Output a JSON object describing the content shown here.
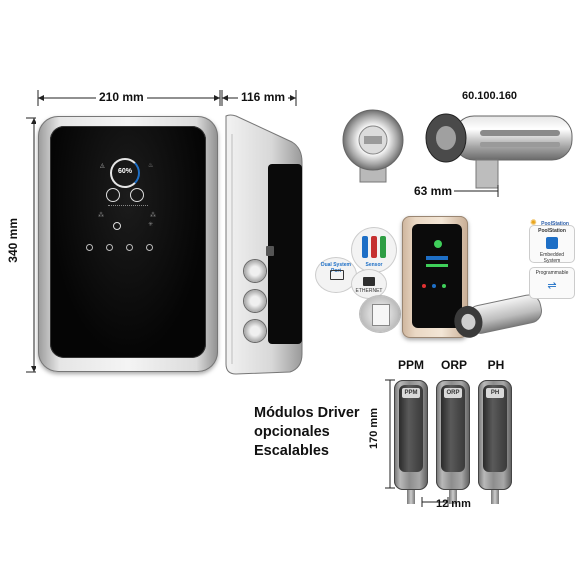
{
  "dimensions": {
    "front_width": "210 mm",
    "side_depth": "116 mm",
    "height": "340 mm",
    "cell_model": "60.100.160",
    "cell_length": "63 mm",
    "module_height": "170 mm",
    "module_width": "12 mm"
  },
  "display": {
    "percentage": "60%"
  },
  "modules": {
    "headers": [
      "PPM",
      "ORP",
      "PH"
    ],
    "tags": [
      "PPM",
      "ORP",
      "PH"
    ]
  },
  "caption": {
    "line1": "Módulos Driver",
    "line2": "opcionales",
    "line3": "Escalables"
  },
  "badges": {
    "brand": "PoolStation",
    "poolstation": "PoolStation",
    "embedded": "Embedded System",
    "programmable": "Programmable",
    "dual_system": "Dual System Port",
    "ethernet": "ETHERNET",
    "sensor": "Sensor"
  },
  "colors": {
    "device_frame": "#c9c9c9",
    "screen": "#0c0c0c",
    "accent_blue": "#1e6fc6"
  }
}
